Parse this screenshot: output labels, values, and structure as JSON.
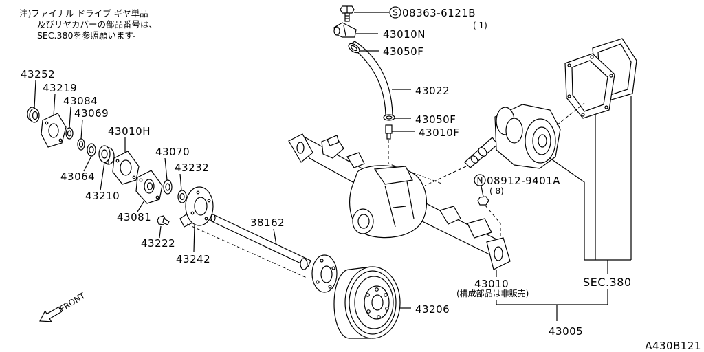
{
  "figure": {
    "id": "A430B121",
    "direction_label": "FRONT"
  },
  "note": {
    "line1": "注)ファイナル ドライブ ギヤ単品",
    "line2": "及びリヤカバーの部品番号は、",
    "line3": "SEC.380を参照願います。"
  },
  "labels": {
    "p43252": "43252",
    "p43219": "43219",
    "p43084": "43084",
    "p43069": "43069",
    "p43010H": "43010H",
    "p43064": "43064",
    "p43210": "43210",
    "p43070": "43070",
    "p43232": "43232",
    "p43081": "43081",
    "p43222": "43222",
    "p43242": "43242",
    "p38162": "38162",
    "p43206": "43206",
    "p43022": "43022",
    "p43050F_upper": "43050F",
    "p43050F_lower": "43050F",
    "p43010N": "43010N",
    "p43010F": "43010F",
    "p43010": "43010",
    "p43005": "43005"
  },
  "fasteners": {
    "bolt": {
      "symbol": "S",
      "part_no": "08363-6121B",
      "qty": "( 1)"
    },
    "nut": {
      "symbol": "N",
      "part_no": "08912-9401A",
      "qty": "( 8)"
    }
  },
  "housing_note": "(構成部品は非販売)",
  "section_ref": "SEC.380",
  "colors": {
    "line": "#000000",
    "background": "#ffffff"
  }
}
